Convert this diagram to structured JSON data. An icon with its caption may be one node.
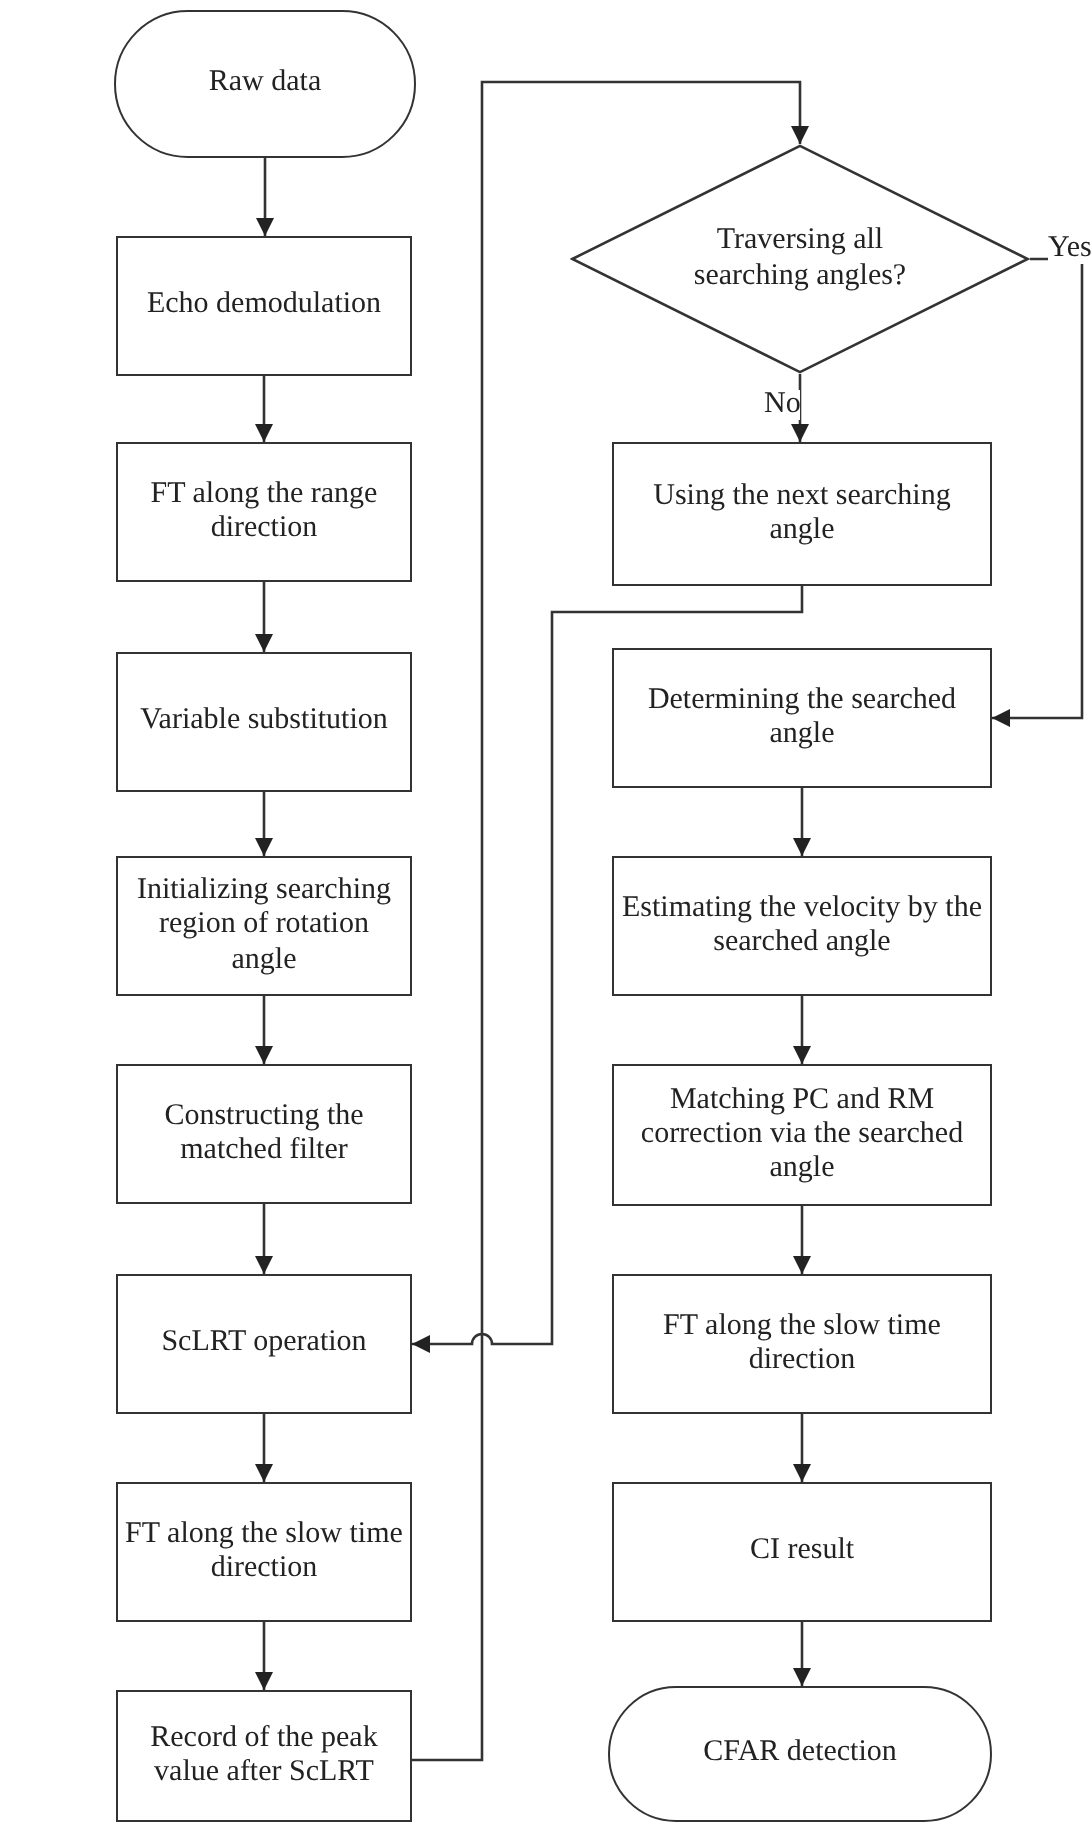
{
  "diagram": {
    "nodes": [
      {
        "text": [
          "Raw data"
        ]
      },
      {
        "text": [
          "Echo demodulation"
        ]
      },
      {
        "text": [
          "FT along the range direction"
        ]
      },
      {
        "text": [
          "Variable substitution"
        ]
      },
      {
        "text": [
          "Initializing searching region of rotation angle"
        ]
      },
      {
        "text": [
          "Constructing the matched filter"
        ]
      },
      {
        "text": [
          "ScLRT operation"
        ]
      },
      {
        "text": [
          "FT along the slow time direction"
        ]
      },
      {
        "text": [
          "Record of the peak value after ScLRT"
        ]
      },
      {
        "text": [
          "Traversing all searching angles?"
        ]
      },
      {
        "text": [
          "Using the next searching angle"
        ]
      },
      {
        "text": [
          "Determining the searched angle"
        ]
      },
      {
        "text": [
          "Estimating the velocity by the searched angle"
        ]
      },
      {
        "text": [
          "Matching PC and RM correction via the searched angle"
        ]
      },
      {
        "text": [
          "FT along the slow time direction"
        ]
      },
      {
        "text": [
          "CI result"
        ]
      },
      {
        "text": [
          "CFAR detection"
        ]
      }
    ],
    "edges": [
      {
        "from": 0,
        "to": 1,
        "arrow": "to"
      },
      {
        "from": 1,
        "to": 2,
        "arrow": "to"
      },
      {
        "from": 2,
        "to": 3,
        "arrow": "to"
      },
      {
        "from": 3,
        "to": 4,
        "arrow": "to"
      },
      {
        "from": 4,
        "to": 5,
        "arrow": "to"
      },
      {
        "from": 5,
        "to": 6,
        "arrow": "to"
      },
      {
        "from": 6,
        "to": 7,
        "arrow": "to"
      },
      {
        "from": 7,
        "to": 8,
        "arrow": "to"
      },
      {
        "from": 8,
        "to": 9,
        "arrow": "to"
      },
      {
        "from": 9,
        "to": 10,
        "arrow": "to",
        "label": "No"
      },
      {
        "from": 9,
        "to": 11,
        "arrow": "to",
        "label": "Yes"
      },
      {
        "from": 10,
        "to": 6,
        "arrow": "to"
      },
      {
        "from": 11,
        "to": 12,
        "arrow": "to"
      },
      {
        "from": 12,
        "to": 13,
        "arrow": "to"
      },
      {
        "from": 13,
        "to": 14,
        "arrow": "to"
      },
      {
        "from": 14,
        "to": 15,
        "arrow": "to"
      },
      {
        "from": 15,
        "to": 16,
        "arrow": "to"
      }
    ]
  }
}
